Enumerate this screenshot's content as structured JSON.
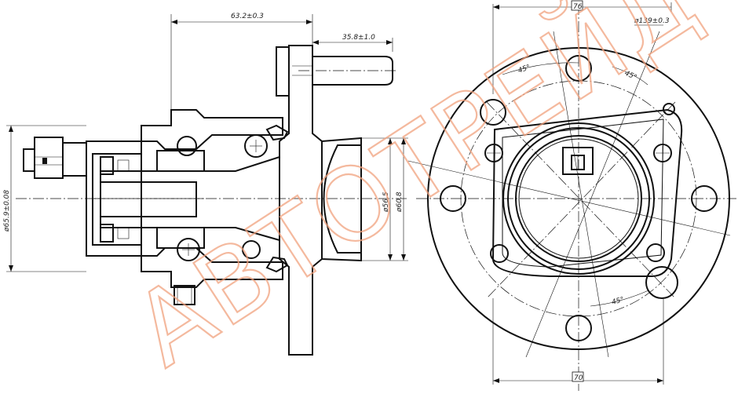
{
  "dimensions": {
    "flange_distance": "63.2±0.3",
    "stud_length": "35.8±1.0",
    "outer_diameter": "ø65.9±0.08",
    "inner_diameter_a": "ø56.5",
    "inner_diameter_b": "ø60.8",
    "bolt_circle": "ø139±0.3",
    "top_width": "76",
    "bottom_width": "70",
    "angle_a": "45°",
    "angle_b": "45°",
    "angle_c": "45°"
  },
  "watermark": "АВТОТРЕЙД",
  "colors": {
    "line": "#111111",
    "watermark": "#f1a27e",
    "background": "#ffffff"
  }
}
